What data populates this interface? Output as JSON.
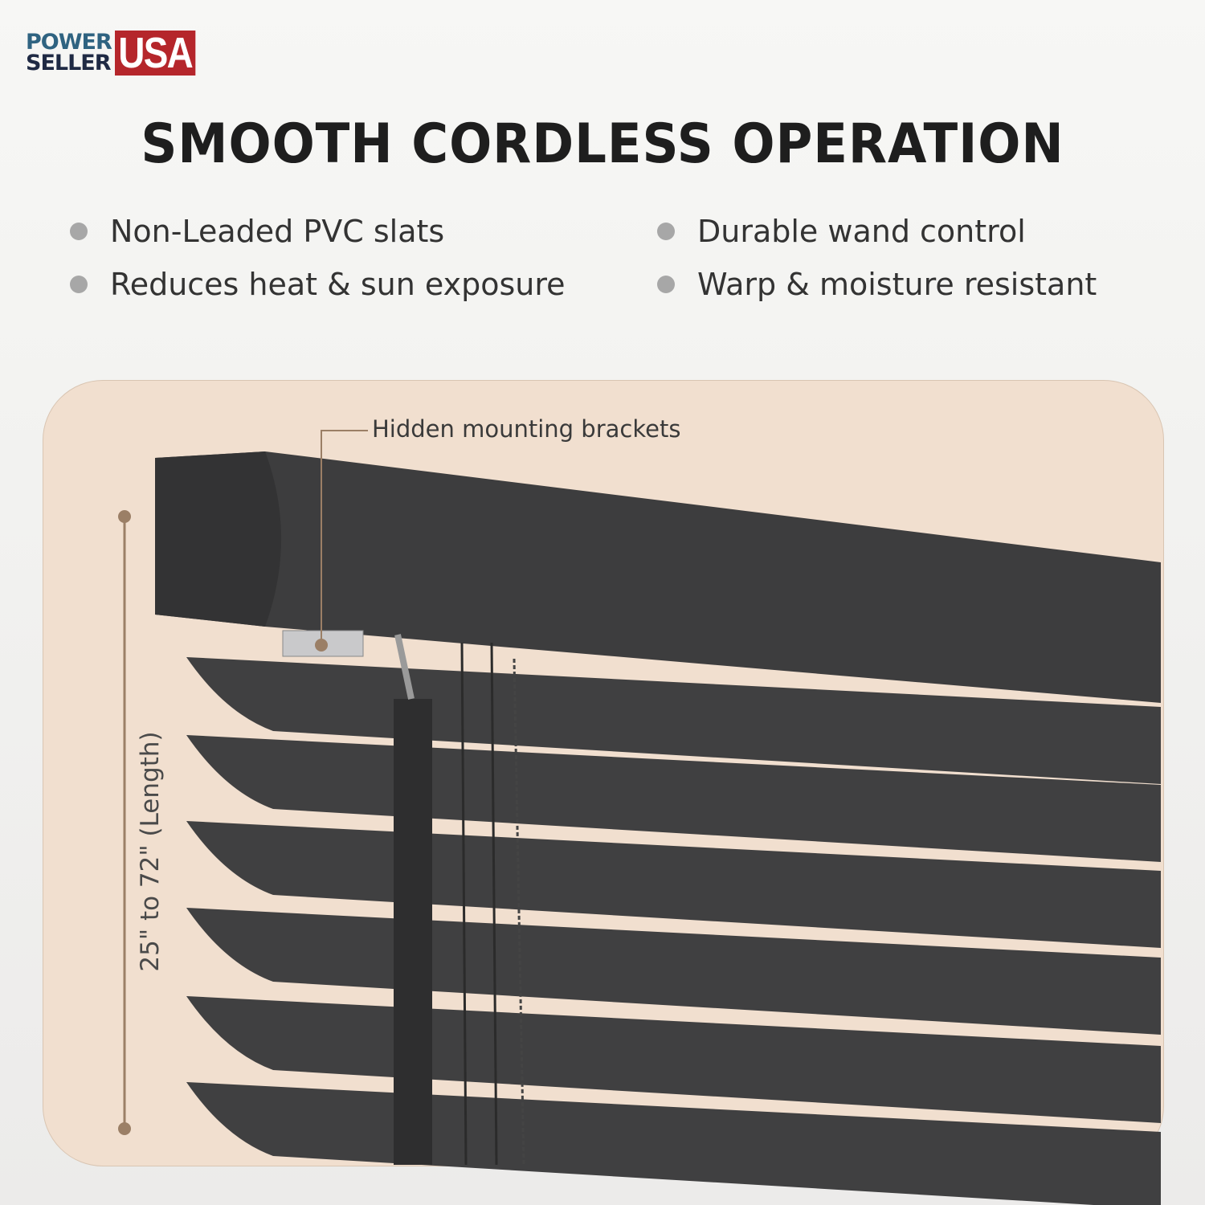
{
  "brand": {
    "line1": "POWER",
    "line2": "SELLER",
    "badge": "USA"
  },
  "title": "SMOOTH CORDLESS OPERATION",
  "features": [
    "Non-Leaded PVC slats",
    "Durable wand control",
    "Reduces heat & sun exposure",
    "Warp & moisture resistant"
  ],
  "diagram": {
    "callout": "Hidden mounting brackets",
    "dimension": "25\" to 72\" (Length)"
  },
  "colors": {
    "panel": "#f1dfcf",
    "slat": "#3f3f40",
    "accent_line": "#9b7f66",
    "logo_red": "#b5262b"
  }
}
